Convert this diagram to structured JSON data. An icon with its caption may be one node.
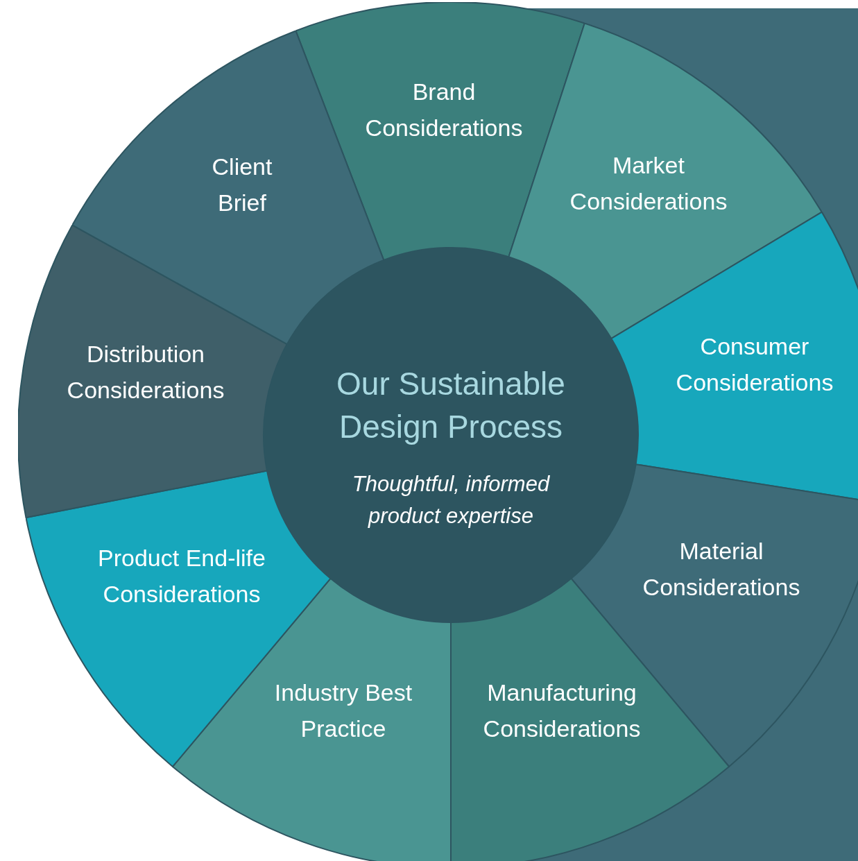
{
  "diagram": {
    "nodes": [
      {
        "text": [
          "Our Sustainable Design Process",
          "Thoughtful, informed product expertise"
        ]
      },
      {
        "text": [
          "Brand Considerations"
        ]
      },
      {
        "text": [
          "Market Considerations"
        ]
      },
      {
        "text": [
          "Consumer Considerations"
        ]
      },
      {
        "text": [
          "Material Considerations"
        ]
      },
      {
        "text": [
          "Manufacturing Considerations"
        ]
      },
      {
        "text": [
          "Industry Best Practice"
        ]
      },
      {
        "text": [
          "Product End-life Considerations"
        ]
      },
      {
        "text": [
          "Distribution Considerations"
        ]
      },
      {
        "text": [
          "Client Brief"
        ]
      }
    ]
  }
}
